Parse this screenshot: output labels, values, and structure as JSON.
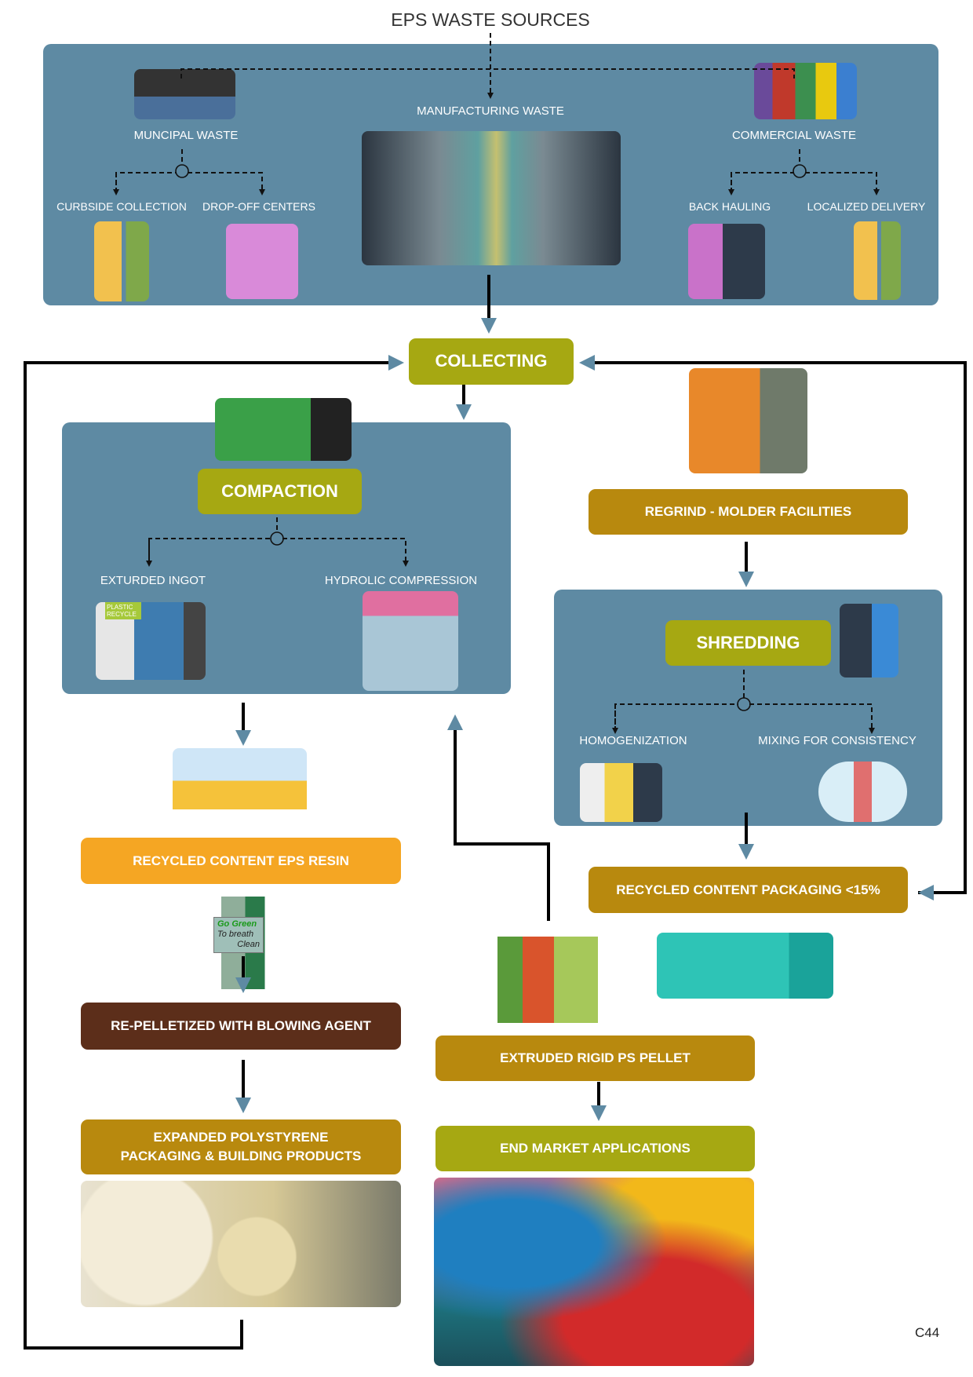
{
  "title": "EPS WASTE SOURCES",
  "sources": {
    "municipal": {
      "label": "MUNCIPAL WASTE",
      "branches": [
        "CURBSIDE COLLECTION",
        "DROP-OFF CENTERS"
      ]
    },
    "manufacturing": {
      "label": "MANUFACTURING WASTE"
    },
    "commercial": {
      "label": "COMMERCIAL WASTE",
      "branches": [
        "BACK HAULING",
        "LOCALIZED DELIVERY"
      ]
    }
  },
  "collecting": "COLLECTING",
  "compaction": {
    "label": "COMPACTION",
    "branches": [
      "EXTURDED INGOT",
      "HYDROLIC COMPRESSION"
    ],
    "illustration_text": "PLASTIC RECYCLE"
  },
  "regrind": "REGRIND - MOLDER FACILITIES",
  "shredding": {
    "label": "SHREDDING",
    "branches": [
      "HOMOGENIZATION",
      "MIXING FOR CONSISTENCY"
    ]
  },
  "recycled_packaging": "RECYCLED CONTENT PACKAGING <15%",
  "recycled_resin": "RECYCLED CONTENT EPS RESIN",
  "sign": {
    "line1": "Go Green",
    "line2": "To breath",
    "line3": "Clean"
  },
  "repelletized": "RE-PELLETIZED WITH BLOWING AGENT",
  "expanded": {
    "line1": "EXPANDED POLYSTYRENE",
    "line2": "PACKAGING & BUILDING PRODUCTS"
  },
  "extruded_pellet": "EXTRUDED RIGID PS PELLET",
  "end_market": "END MARKET APPLICATIONS",
  "code": "C44",
  "colors": {
    "panel": "#5e8aa3",
    "olive": "#a6a812",
    "gold": "#b8890e",
    "orange": "#f5a623",
    "brown": "#5c2e1a",
    "arrowhead": "#5e8aa3"
  }
}
